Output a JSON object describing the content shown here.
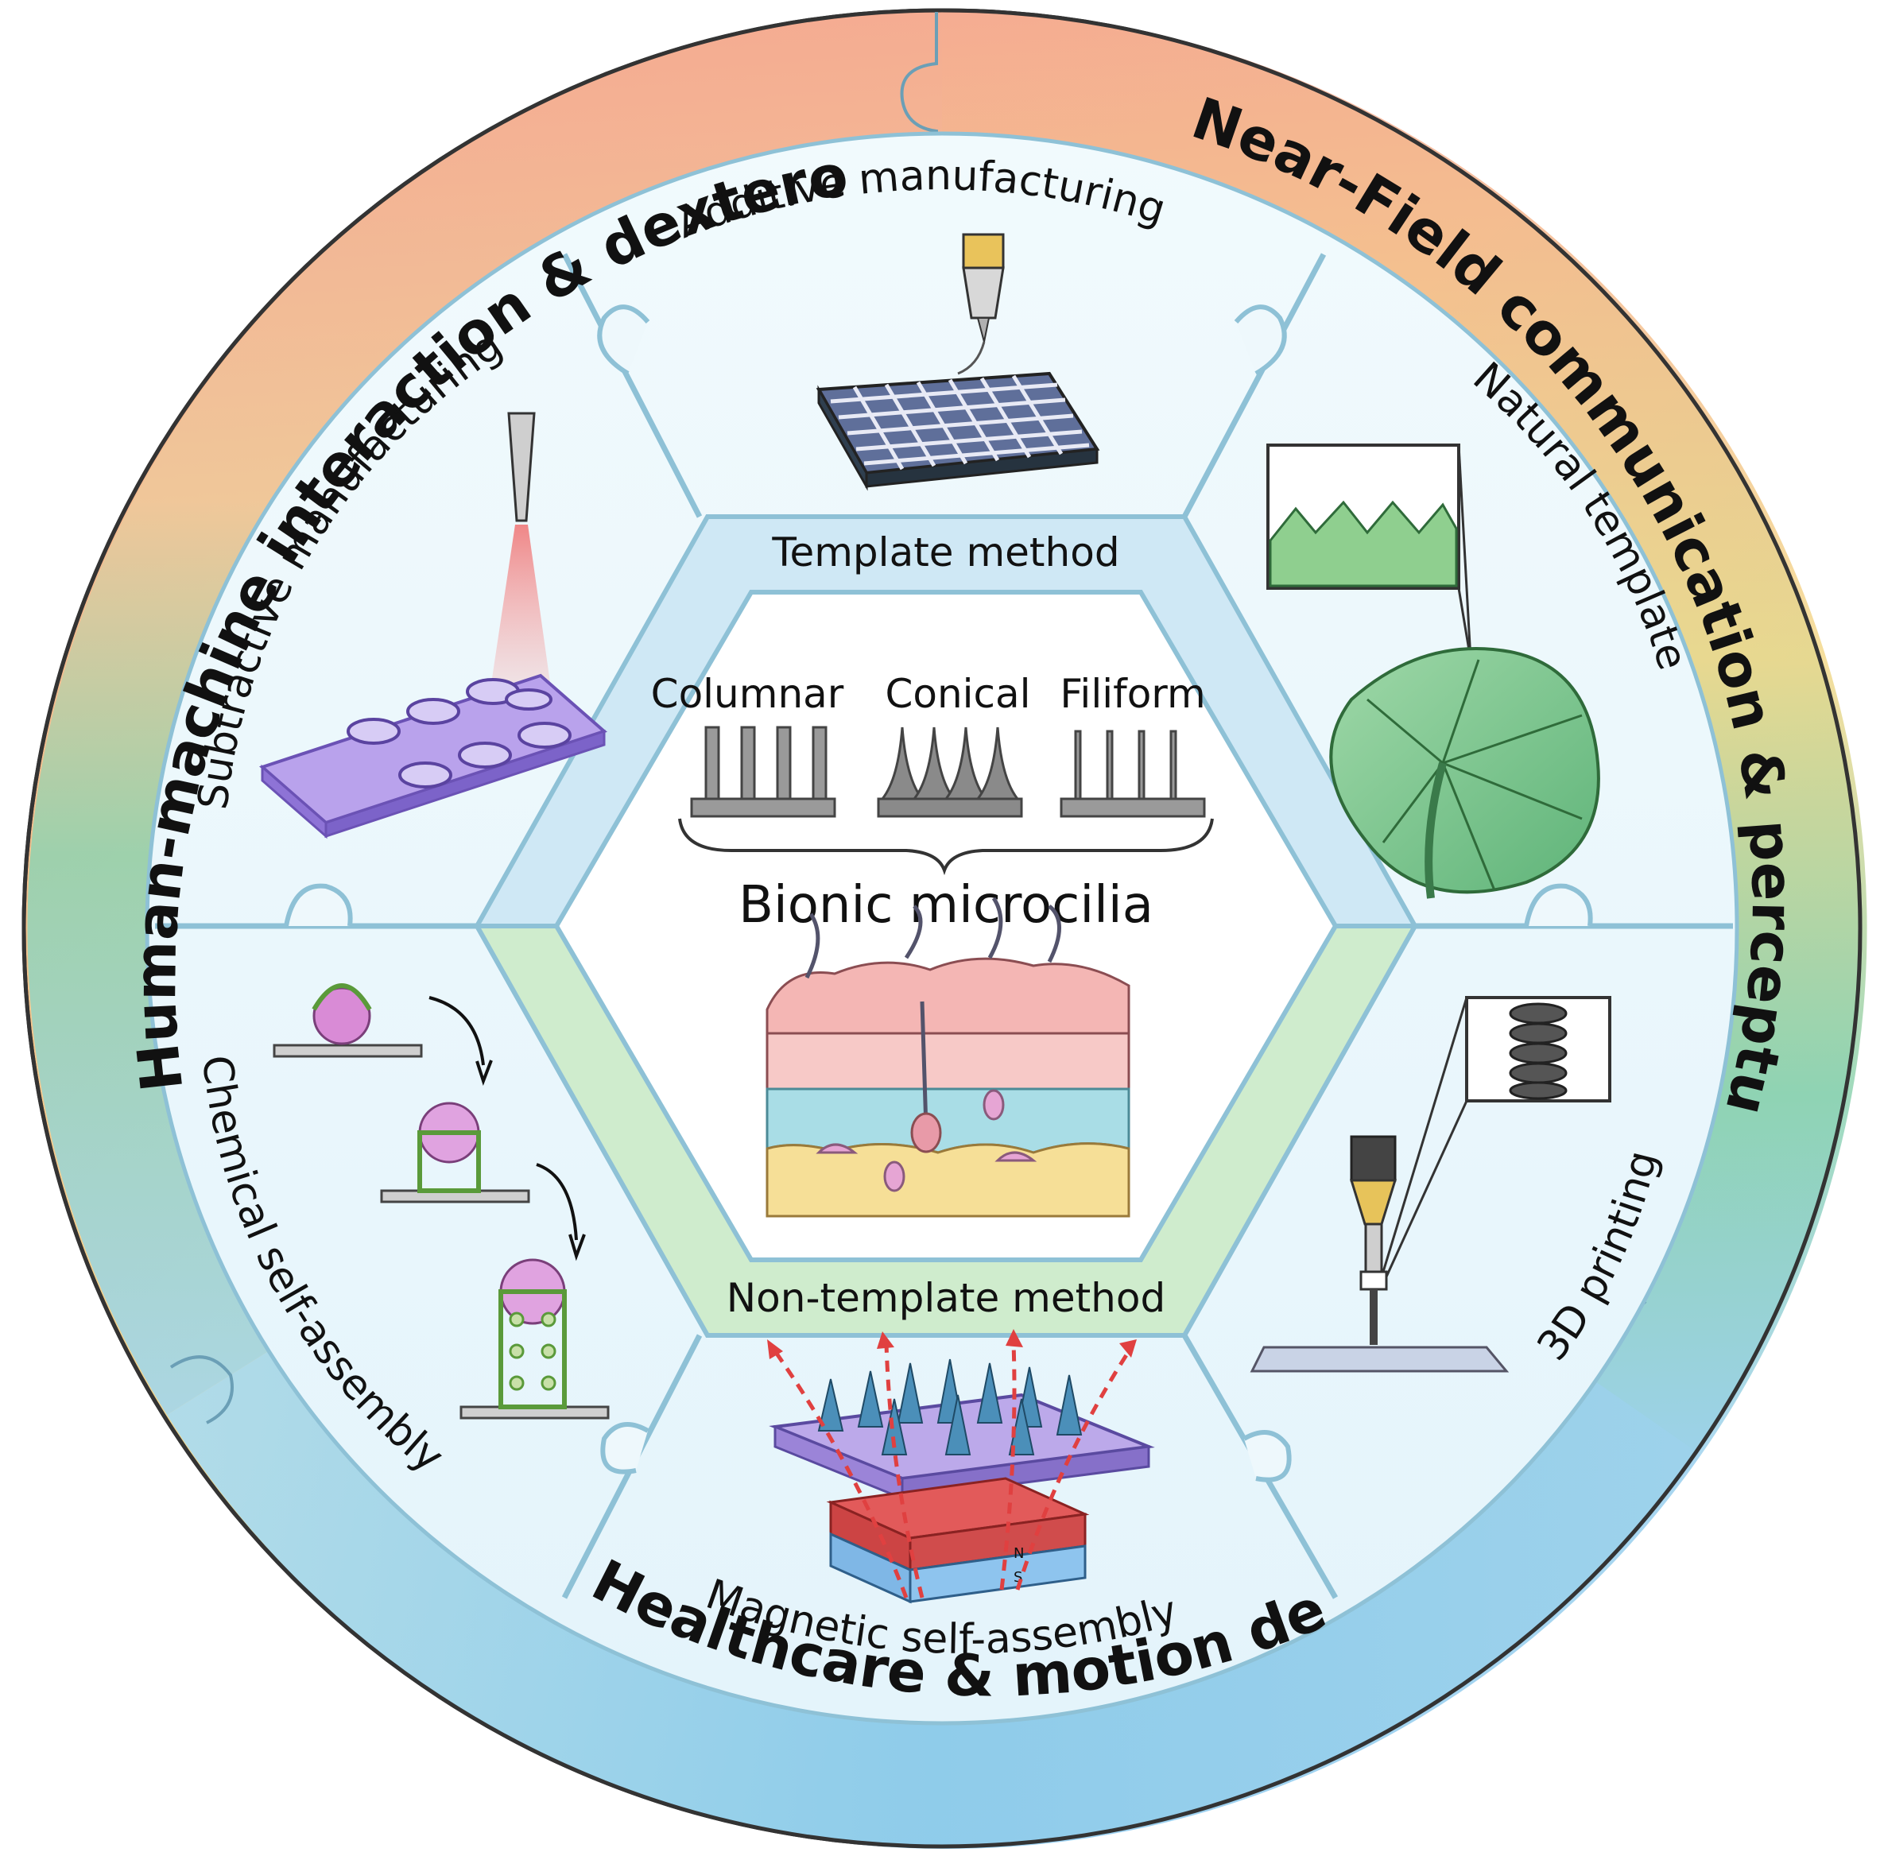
{
  "outer_ring": {
    "top_left": "Human-machine interaction & dexterous hand",
    "top_right": "Near-Field communication & perceptual decoupling",
    "bottom": "Healthcare & motion detection"
  },
  "methods": {
    "additive": "Additive manufacturing",
    "subtractive": "Subtractive manufacturing",
    "natural": "Natural template",
    "chemical": "Chemical self-assembly",
    "printing": "3D printing",
    "magnetic": "Magnetic self-assembly"
  },
  "bands": {
    "template": "Template method",
    "non_template": "Non-template method"
  },
  "center": {
    "shapes": [
      "Columnar",
      "Conical",
      "Filiform"
    ],
    "title": "Bionic microcilia"
  },
  "magnet": {
    "north": "N",
    "south": "S"
  },
  "colors": {
    "ring_salmon": "#f5a892",
    "ring_yellow": "#f3d98c",
    "ring_green": "#8fd3b1",
    "ring_blue": "#9fd2ee",
    "template_band": "#cfe8f5",
    "non_template_band": "#cfeccd",
    "border": "#8ec1d6"
  }
}
